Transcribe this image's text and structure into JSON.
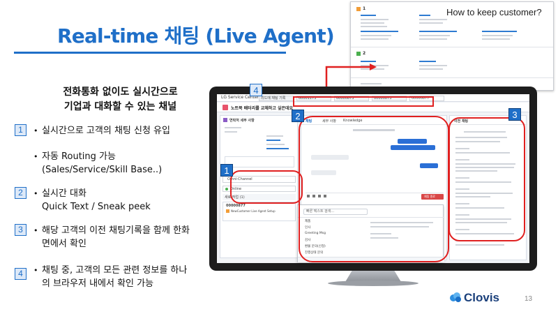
{
  "slide": {
    "title": "Real-time 채팅 (Live Agent)",
    "subtitle_line1": "전화통화 없이도 실시간으로",
    "subtitle_line2": "기업과 대화할 수 있는 채널",
    "bullets": [
      {
        "num": "1",
        "line1": "실시간으로 고객의 채팅 신청 유입",
        "line2": ""
      },
      {
        "num": "",
        "line1": "자동 Routing 가능",
        "line2": "(Sales/Service/Skill Base..)"
      },
      {
        "num": "2",
        "line1": "실시간 대화",
        "line2": "Quick Text / Sneak peek"
      },
      {
        "num": "3",
        "line1": "해당 고객의 이전 채팅기록을 함께 한화",
        "line2": "면에서 확인"
      },
      {
        "num": "4",
        "line1": "채팅 중, 고객의 모든 관련 정보를 하나",
        "line2": "의 브라우저 내에서 확인 가능"
      }
    ],
    "report_caption": "How to keep customer?",
    "logo_text": "Clovis",
    "page_number": "13"
  },
  "screen": {
    "app_name": "LG Service Center",
    "tabs": [
      "리드에 채팅 기록",
      "00001173",
      "00000873",
      "00000873",
      "00000877"
    ],
    "case_title": "노트북 배터리를 교체하고 싶은데요",
    "left_panel_title": "연락처 세부 사항",
    "omni_label": "Omni-Channel",
    "status_label": "Online",
    "new_work_label": "새로 작업 (1)",
    "work_item_id": "00000877",
    "work_item_desc": "NewCustomer Live Agent Setup",
    "mid_tabs": [
      "채팅",
      "세부 사항",
      "Knowledge"
    ],
    "end_button": "채팅 종료",
    "right_panel_title": "이전 채팅",
    "quick_text_search": "빠른 텍스트 검색...",
    "quick_text_items": [
      "제품",
      "인사",
      "Greeting Msg",
      "감사",
      "환불 문의(신청)",
      "진행상태 문의"
    ],
    "report_badges": [
      "1",
      "2"
    ],
    "callout_labels": [
      "1",
      "2",
      "3",
      "4"
    ]
  }
}
